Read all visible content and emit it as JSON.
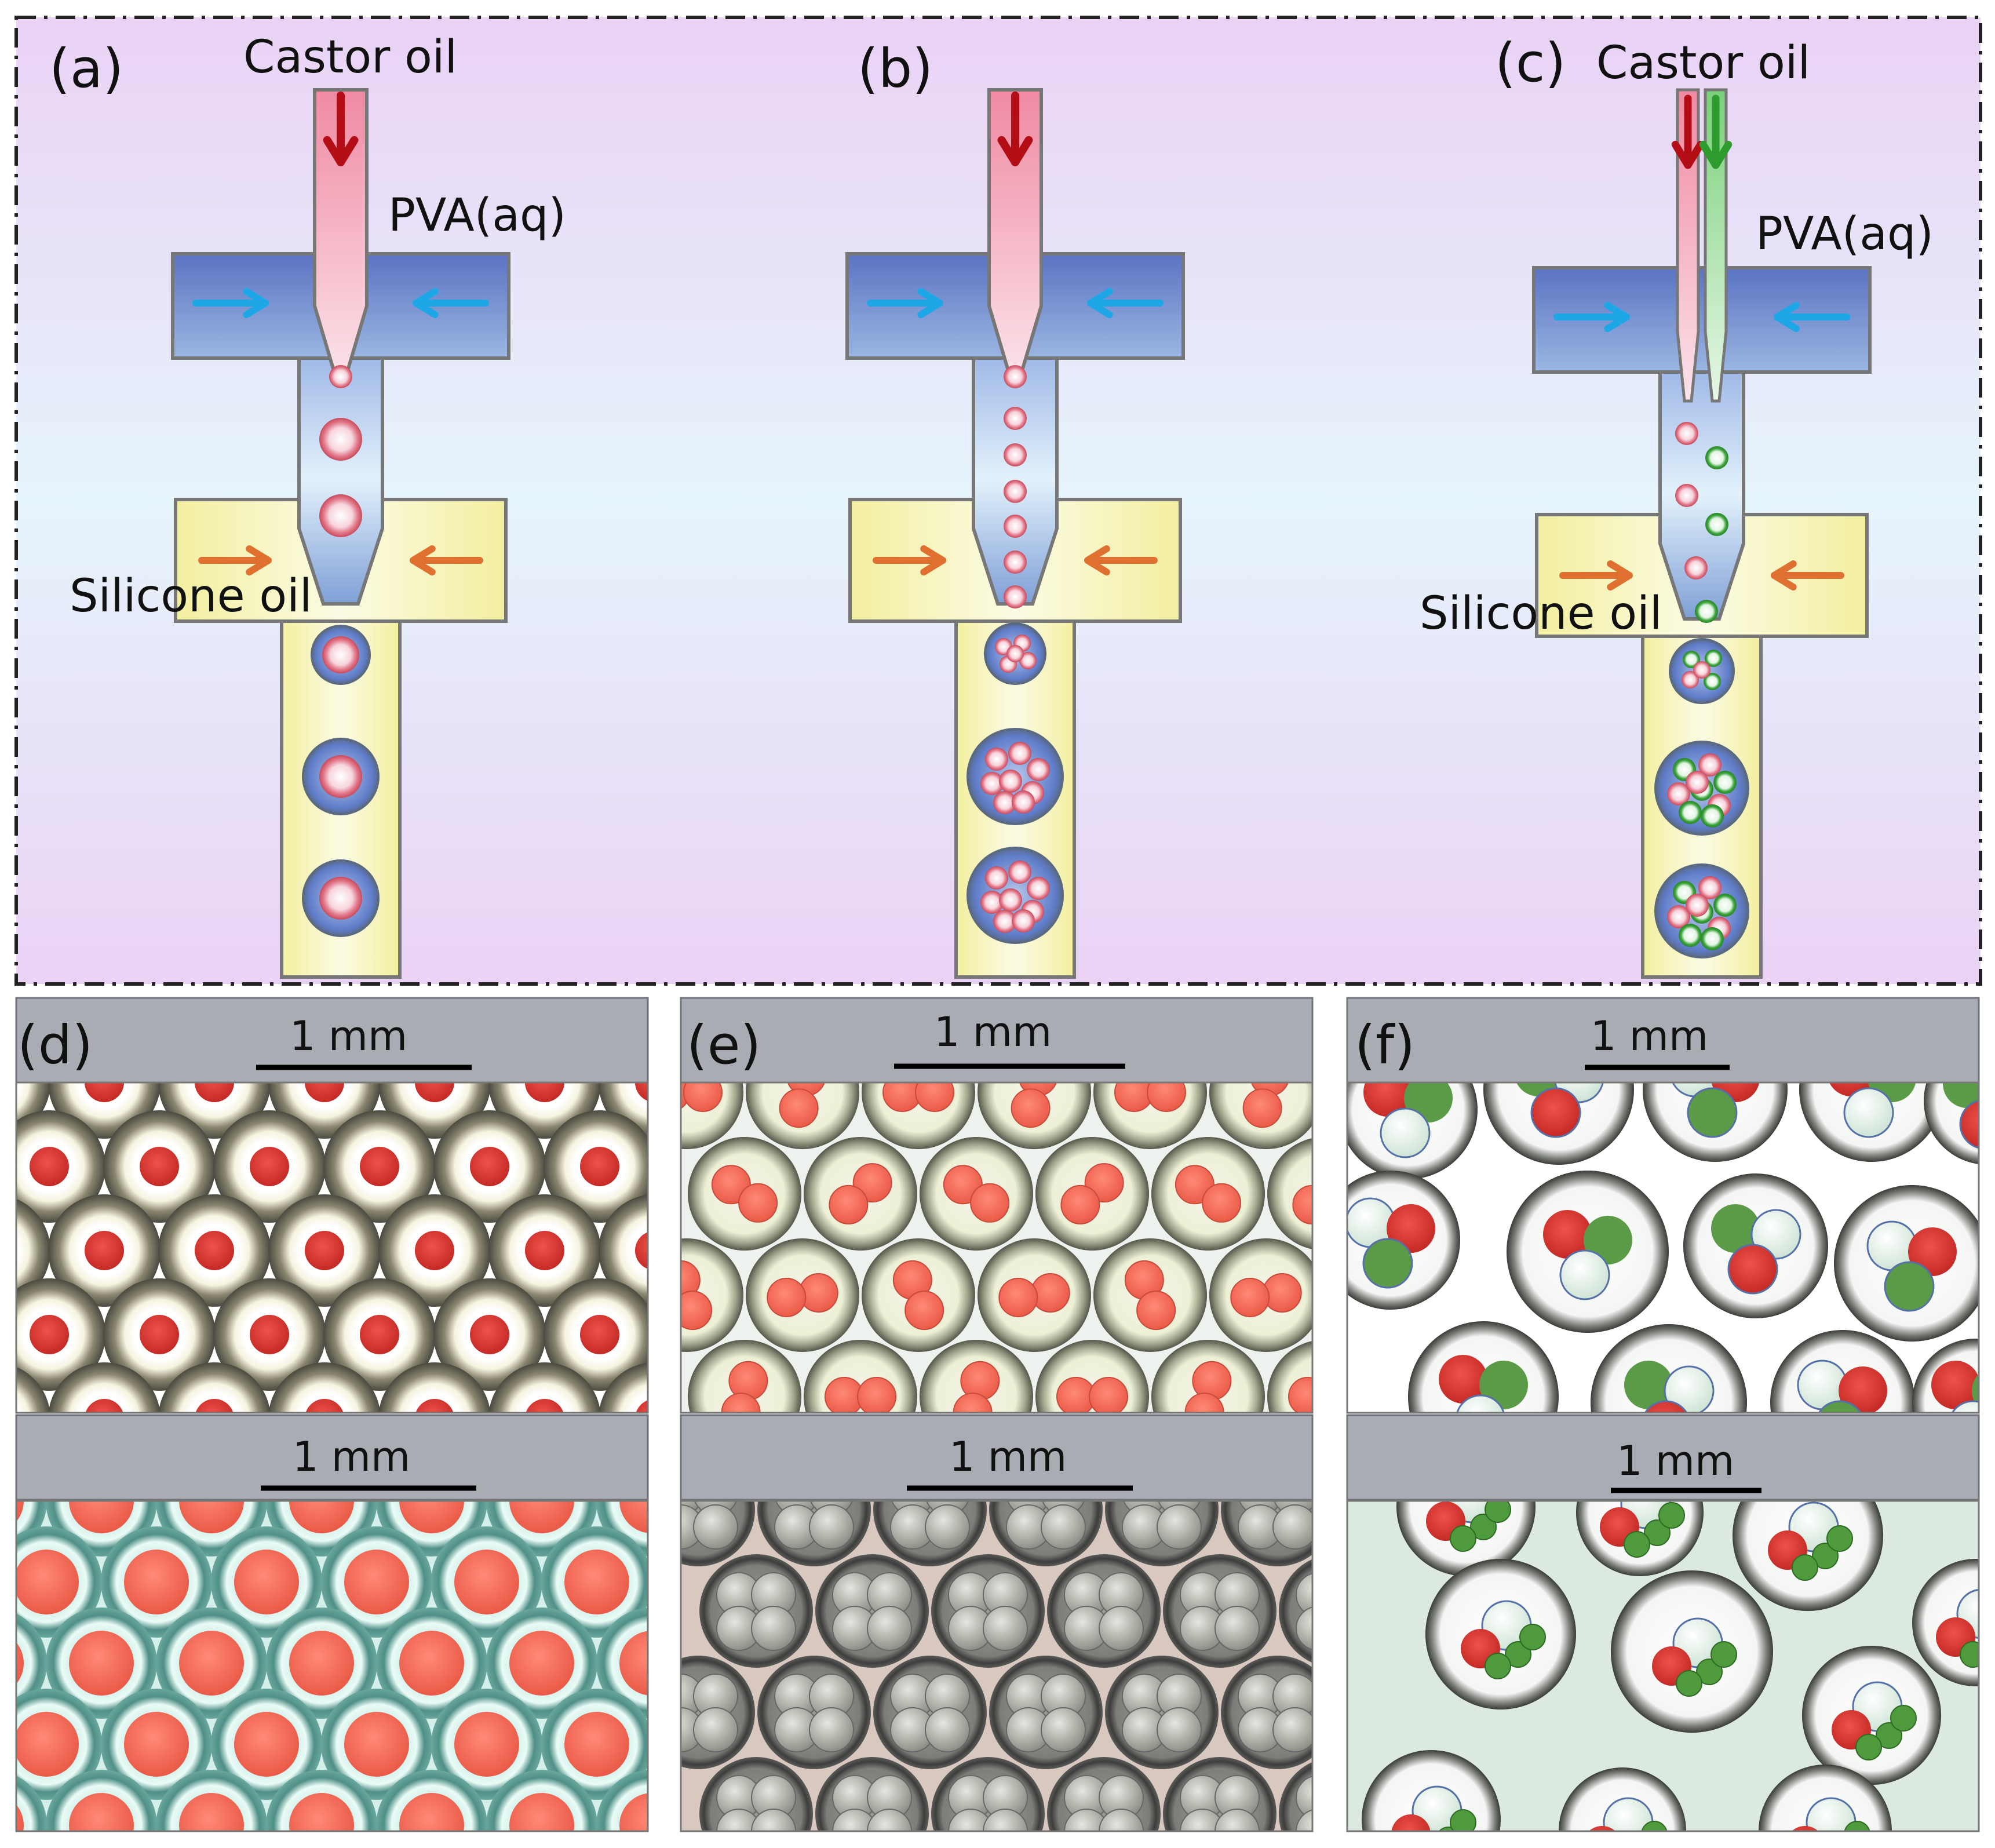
{
  "panels": {
    "a": "(a)",
    "b": "(b)",
    "c": "(c)",
    "d": "(d)",
    "e": "(e)",
    "f": "(f)"
  },
  "labels": {
    "castor_oil": "Castor oil",
    "pva": "PVA(aq)",
    "silicone_oil": "Silicone oil"
  },
  "scale_bar": "1 mm",
  "colors": {
    "background_top": "#ead2f5",
    "pva_channel": "#5f79c4",
    "silicone_channel": "#f6f3b2",
    "red_inlet": "#b30e16",
    "green_inlet": "#2e9b2e",
    "blue_arrow": "#1ea7e6",
    "orange_arrow": "#e07030"
  }
}
